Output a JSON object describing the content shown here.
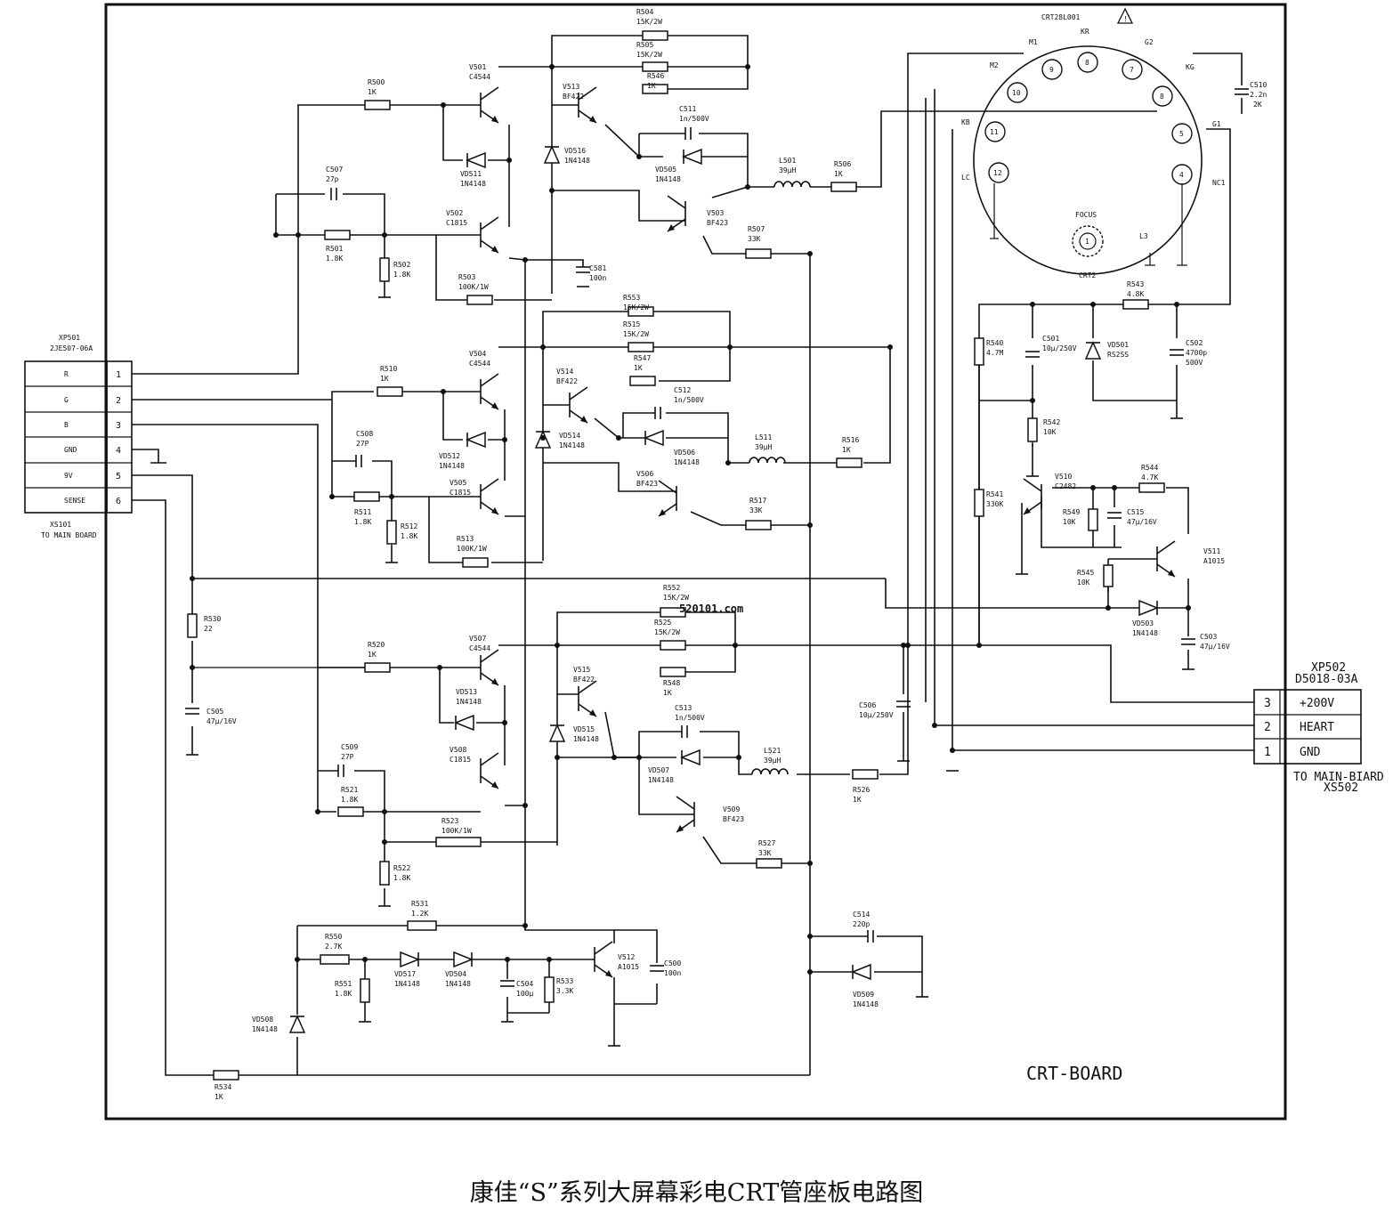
{
  "title": "康佳“S”系列大屏幕彩电CRT管座板电路图",
  "board_label": "CRT-BOARD",
  "watermark": "520101.com",
  "connector_left": {
    "name": "XP501",
    "part": "2JE507-06A",
    "footer_id": "XS101",
    "footer_note": "TO MAIN BOARD",
    "pins": [
      {
        "n": "1",
        "sig": "R"
      },
      {
        "n": "2",
        "sig": "G"
      },
      {
        "n": "3",
        "sig": "B"
      },
      {
        "n": "4",
        "sig": "GND"
      },
      {
        "n": "5",
        "sig": "9V"
      },
      {
        "n": "6",
        "sig": "SENSE"
      }
    ]
  },
  "connector_right": {
    "name": "XP502",
    "part": "D5018-03A",
    "note": "TO MAIN-BIARD",
    "id": "XS502",
    "pins": [
      {
        "n": "3",
        "sig": "+200V"
      },
      {
        "n": "2",
        "sig": "HEART"
      },
      {
        "n": "1",
        "sig": "GND"
      }
    ]
  },
  "crt": {
    "name": "CRT28L001",
    "pins": [
      "1",
      "4",
      "5",
      "7",
      "8",
      "9",
      "10",
      "11",
      "12"
    ],
    "pin_labels": [
      "KR",
      "G2",
      "KG",
      "G1",
      "NC1",
      "M2",
      "M1",
      "KB",
      "LC",
      "FOCUS",
      "L3",
      "CRT2"
    ]
  },
  "components": {
    "V501": [
      "V501",
      "C4544"
    ],
    "V502": [
      "V502",
      "C1815"
    ],
    "V503": [
      "V503",
      "BF423"
    ],
    "V513": [
      "V513",
      "BF422"
    ],
    "V504": [
      "V504",
      "C4544"
    ],
    "V505": [
      "V505",
      "C1815"
    ],
    "V506": [
      "V506",
      "BF423"
    ],
    "V514": [
      "V514",
      "BF422"
    ],
    "V507": [
      "V507",
      "C4544"
    ],
    "V508": [
      "V508",
      "C1815"
    ],
    "V509": [
      "V509",
      "BF423"
    ],
    "V515": [
      "V515",
      "BF422"
    ],
    "V510": [
      "V510",
      "C2482"
    ],
    "V511": [
      "V511",
      "A1015"
    ],
    "V512": [
      "V512",
      "A1015"
    ],
    "R500": [
      "R500",
      "1K"
    ],
    "R501": [
      "R501",
      "1.8K"
    ],
    "R502": [
      "R502",
      "1.8K"
    ],
    "R503": [
      "R503",
      "100K/1W"
    ],
    "R504": [
      "R504",
      "15K/2W"
    ],
    "R505": [
      "R505",
      "15K/2W"
    ],
    "R546": [
      "R546",
      "1K"
    ],
    "R506": [
      "R506",
      "1K"
    ],
    "R507": [
      "R507",
      "33K"
    ],
    "R510": [
      "R510",
      "1K"
    ],
    "R511": [
      "R511",
      "1.8K"
    ],
    "R512": [
      "R512",
      "1.8K"
    ],
    "R513": [
      "R513",
      "100K/1W"
    ],
    "R553": [
      "R553",
      "15K/2W"
    ],
    "R515": [
      "R515",
      "15K/2W"
    ],
    "R547": [
      "R547",
      "1K"
    ],
    "R516": [
      "R516",
      "1K"
    ],
    "R517": [
      "R517",
      "33K"
    ],
    "R520": [
      "R520",
      "1K"
    ],
    "R521": [
      "R521",
      "1.8K"
    ],
    "R522": [
      "R522",
      "1.8K"
    ],
    "R523": [
      "R523",
      "100K/1W"
    ],
    "R552": [
      "R552",
      "15K/2W"
    ],
    "R525": [
      "R525",
      "15K/2W"
    ],
    "R548": [
      "R548",
      "1K"
    ],
    "R526": [
      "R526",
      "1K"
    ],
    "R527": [
      "R527",
      "33K"
    ],
    "R530": [
      "R530",
      "22"
    ],
    "R531": [
      "R531",
      "1.2K"
    ],
    "R550": [
      "R550",
      "2.7K"
    ],
    "R551": [
      "R551",
      "1.8K"
    ],
    "R533": [
      "R533",
      "3.3K"
    ],
    "R534": [
      "R534",
      "1K"
    ],
    "R543": [
      "R543",
      "4.8K"
    ],
    "R540": [
      "R540",
      "4.7M"
    ],
    "R541": [
      "R541",
      "330K"
    ],
    "R542": [
      "R542",
      "10K"
    ],
    "R544": [
      "R544",
      "4.7K"
    ],
    "R549": [
      "R549",
      "10K"
    ],
    "R545": [
      "R545",
      "10K"
    ],
    "C507": [
      "C507",
      "27p"
    ],
    "C508": [
      "C508",
      "27P"
    ],
    "C509": [
      "C509",
      "27P"
    ],
    "C581": [
      "C581",
      "100n"
    ],
    "C511": [
      "C511",
      "1n/500V"
    ],
    "C512": [
      "C512",
      "1n/500V"
    ],
    "C513": [
      "C513",
      "1n/500V"
    ],
    "C505": [
      "C505",
      "47μ/16V"
    ],
    "C504": [
      "C504",
      "100μ"
    ],
    "C500": [
      "C500",
      "100n"
    ],
    "C514": [
      "C514",
      "220p"
    ],
    "C506": [
      "C506",
      "10μ/250V"
    ],
    "C501": [
      "C501",
      "10μ/250V"
    ],
    "C502": [
      "C502",
      "4700p",
      "500V"
    ],
    "C510": [
      "C510",
      "2.2n",
      "2K"
    ],
    "C515": [
      "C515",
      "47μ/16V"
    ],
    "C503": [
      "C503",
      "47μ/16V"
    ],
    "VD511": [
      "VD511",
      "1N4148"
    ],
    "VD512": [
      "VD512",
      "1N4148"
    ],
    "VD513": [
      "VD513",
      "1N4148"
    ],
    "VD516": [
      "VD516",
      "1N4148"
    ],
    "VD514": [
      "VD514",
      "1N4148"
    ],
    "VD515": [
      "VD515",
      "1N4148"
    ],
    "VD505": [
      "VD505",
      "1N4148"
    ],
    "VD506": [
      "VD506",
      "1N4148"
    ],
    "VD507": [
      "VD507",
      "1N4148"
    ],
    "VD517": [
      "VD517",
      "1N4148"
    ],
    "VD504": [
      "VD504",
      "1N4148"
    ],
    "VD508": [
      "VD508",
      "1N4148"
    ],
    "VD509": [
      "VD509",
      "1N4148"
    ],
    "VD503": [
      "VD503",
      "1N4148"
    ],
    "VD501": [
      "VD501",
      "RS2SS"
    ],
    "L501": [
      "L501",
      "39μH"
    ],
    "L511": [
      "L511",
      "39μH"
    ],
    "L521": [
      "L521",
      "39μH"
    ]
  }
}
